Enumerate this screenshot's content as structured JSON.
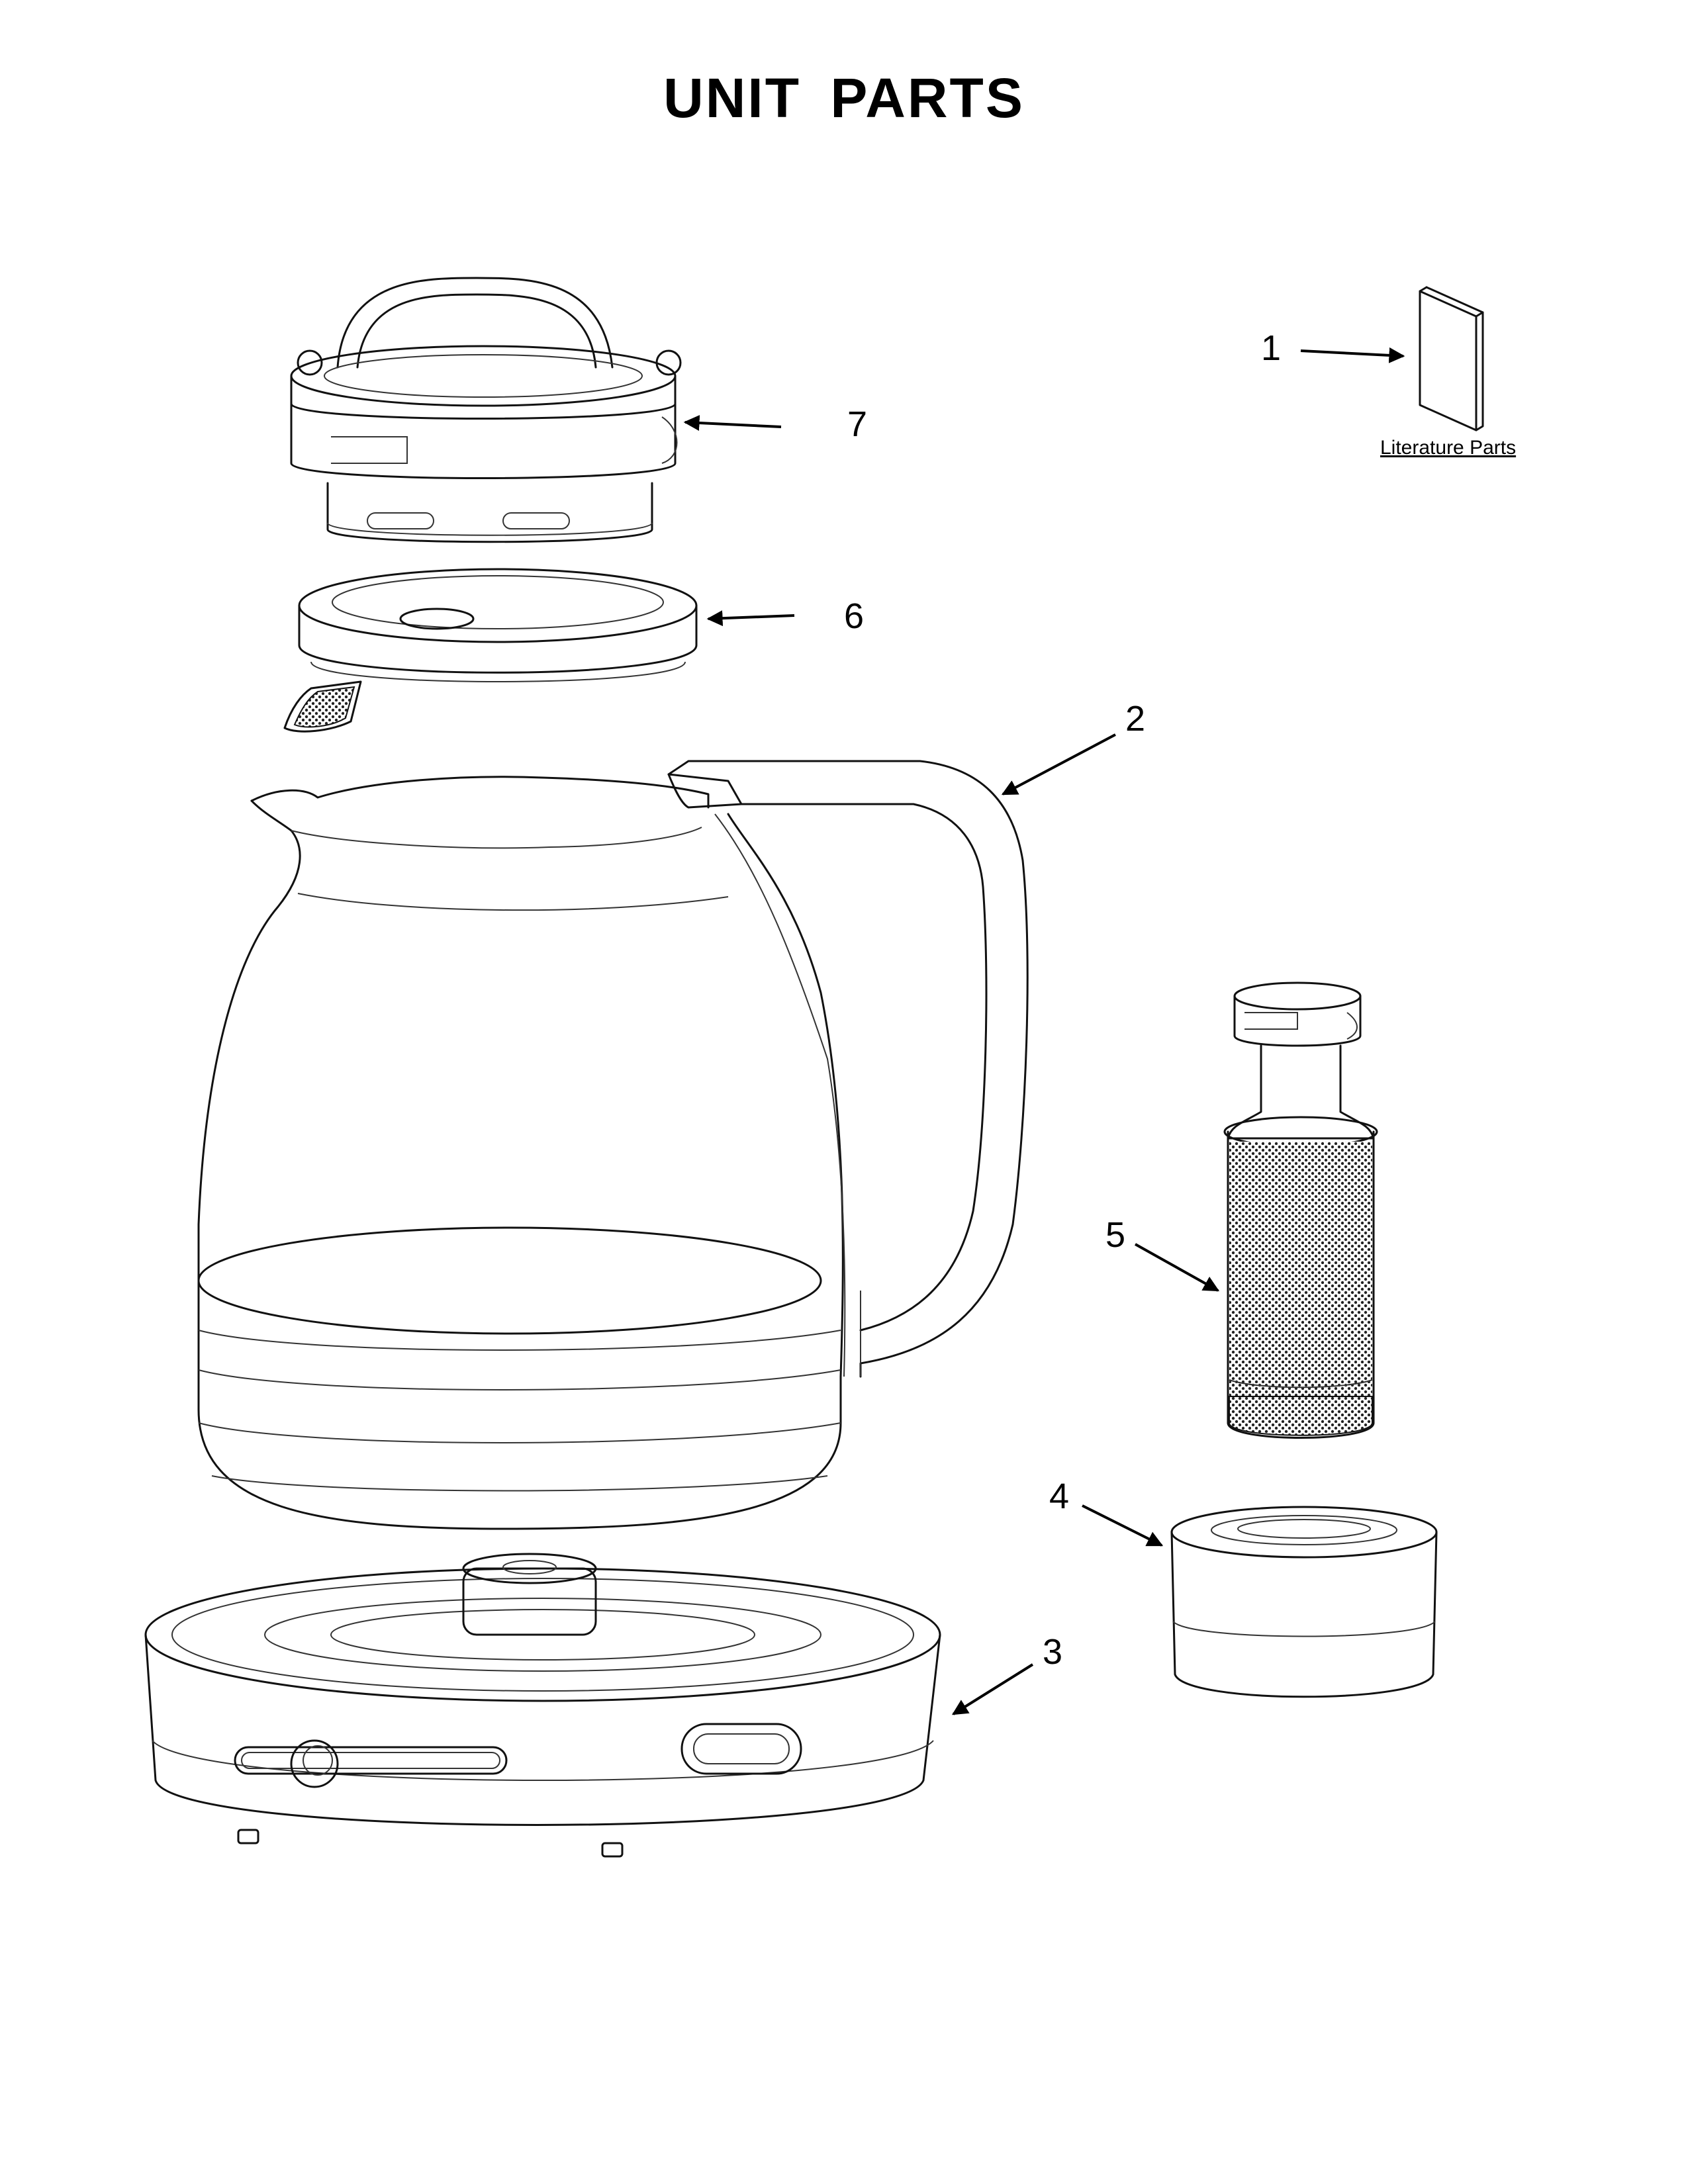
{
  "page": {
    "title": "UNIT PARTS"
  },
  "callouts": [
    {
      "id": "1",
      "label": "1"
    },
    {
      "id": "2",
      "label": "2"
    },
    {
      "id": "3",
      "label": "3"
    },
    {
      "id": "4",
      "label": "4"
    },
    {
      "id": "5",
      "label": "5"
    },
    {
      "id": "6",
      "label": "6"
    },
    {
      "id": "7",
      "label": "7"
    }
  ],
  "literature": {
    "label": "Literature Parts"
  }
}
